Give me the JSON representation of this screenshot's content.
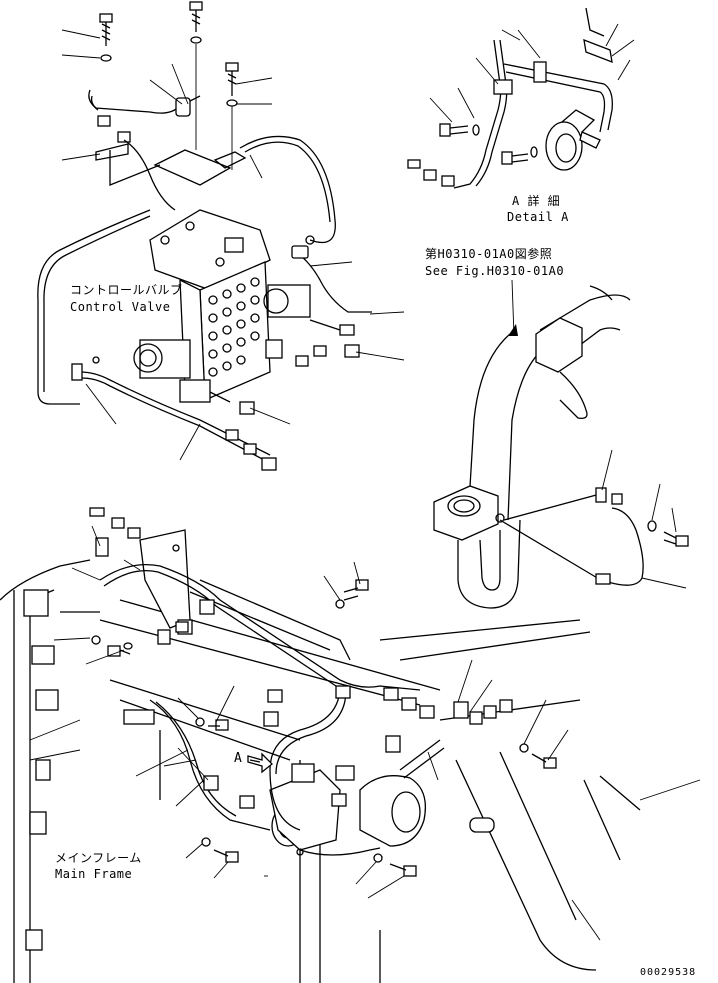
{
  "labels": {
    "control_valve_jp": "コントロールバルブ",
    "control_valve_en": "Control Valve",
    "detail_a_jp": "A 詳 細",
    "detail_a_en": "Detail A",
    "fig_ref_jp": "第H0310-01A0図参照",
    "fig_ref_en": "See Fig.H0310-01A0",
    "view_arrow": "A",
    "main_frame_jp": "メインフレーム",
    "main_frame_en": "Main Frame",
    "drawing_number": "00029538"
  }
}
